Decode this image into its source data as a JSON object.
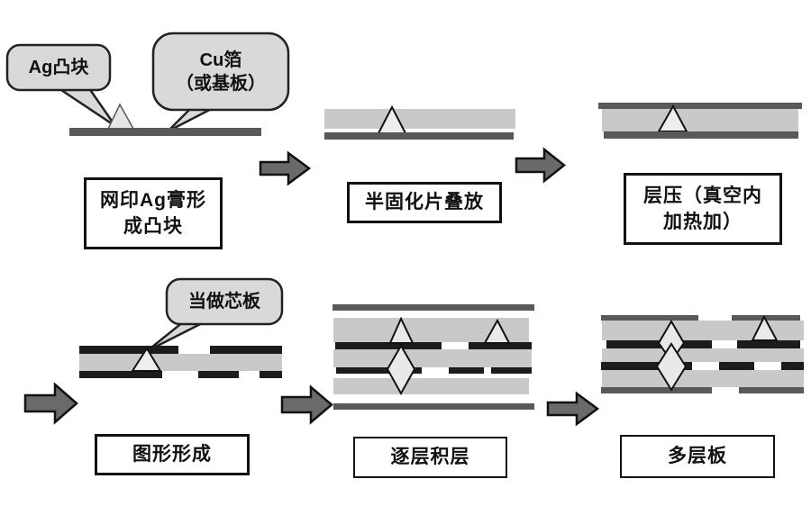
{
  "diagram": {
    "title_hint": "Ag bump multilayer PCB build-up process flow",
    "callouts": {
      "ag_bump": "Ag凸块",
      "cu_foil_line1": "Cu箔",
      "cu_foil_line2": "（或基板）",
      "core_board": "当做芯板"
    },
    "steps": [
      {
        "id": "screen-print-ag-paste",
        "label_line1": "网印Ag膏形",
        "label_line2": "成凸块"
      },
      {
        "id": "prepreg-stacking",
        "label": "半固化片叠放"
      },
      {
        "id": "lamination",
        "label_line1": "层压（真空内",
        "label_line2": "加热加）"
      },
      {
        "id": "pattern-formation",
        "label": "图形形成"
      },
      {
        "id": "layer-by-layer-buildup",
        "label": "逐层积层"
      },
      {
        "id": "multilayer-board",
        "label": "多层板"
      }
    ],
    "colors": {
      "background": "#ffffff",
      "prepreg_gray": "#c9c9c9",
      "copper_foil_gray": "#595959",
      "conductor_black": "#1c1c1c",
      "bubble_fill": "#d9d9d9",
      "bubble_stroke": "#222222",
      "arrow_fill": "#6a6a6a",
      "bump_fill": "#ededed",
      "box_border": "#111111"
    }
  }
}
